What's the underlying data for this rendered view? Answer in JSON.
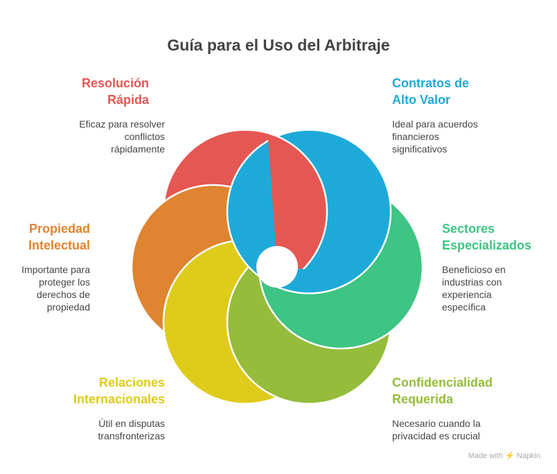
{
  "title": "Guía para el Uso del Arbitraje",
  "items": [
    {
      "title": "Resolución\nRápida",
      "desc": "Eficaz para resolver\nconflictos\nrápidamente",
      "color": "#e55753"
    },
    {
      "title": "Contratos de\nAlto Valor",
      "desc": "Ideal para acuerdos\nfinancieros\nsignificativos",
      "color": "#1eaad9"
    },
    {
      "title": "Sectores\nEspecializados",
      "desc": "Beneficioso en\nindustrias con\nexperiencia\nespecífica",
      "color": "#3ec483"
    },
    {
      "title": "Confidencialidad\nRequerida",
      "desc": "Necesario cuando la\nprivacidad es crucial",
      "color": "#95bc3b"
    },
    {
      "title": "Relaciones\nInternacionales",
      "desc": "Útil en disputas\ntransfronterizas",
      "color": "#dfcb1a"
    },
    {
      "title": "Propiedad\nIntelectual",
      "desc": "Importante para\nproteger los\nderechos de\npropiedad",
      "color": "#df8430"
    }
  ],
  "footer": "Made with ⚡ Napkin"
}
